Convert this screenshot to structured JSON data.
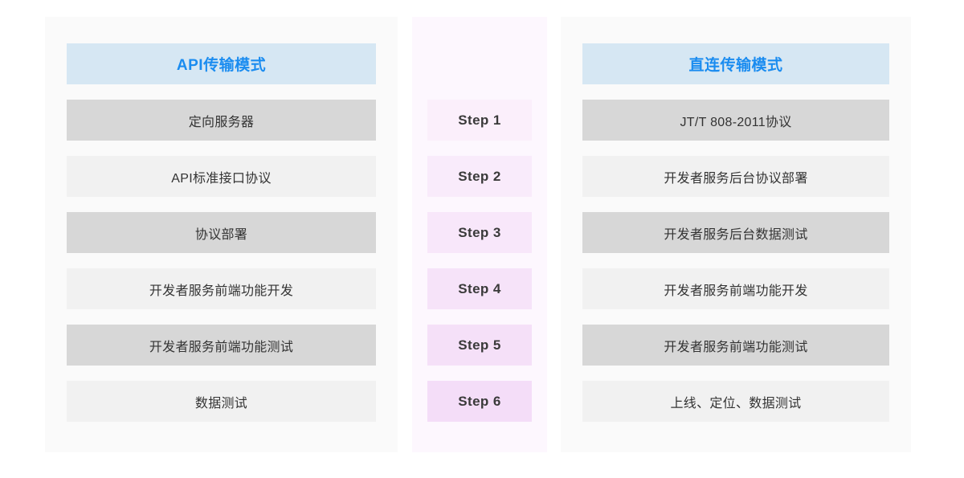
{
  "board": {
    "columns": [
      {
        "id": "api-mode",
        "header": "API传输模式",
        "rows": [
          "定向服务器",
          "API标准接口协议",
          "协议部署",
          "开发者服务前端功能开发",
          "开发者服务前端功能测试",
          "数据测试"
        ]
      },
      {
        "id": "steps",
        "header": "",
        "rows": [
          "Step 1",
          "Step 2",
          "Step 3",
          "Step 4",
          "Step 5",
          "Step 6"
        ]
      },
      {
        "id": "direct-mode",
        "header": "直连传输模式",
        "rows": [
          "JT/T 808-2011协议",
          "开发者服务后台协议部署",
          "开发者服务后台数据测试",
          "开发者服务前端功能开发",
          "开发者服务前端功能测试",
          "上线、定位、数据测试"
        ]
      }
    ]
  },
  "colors": {
    "header_bg": "#d6e7f3",
    "header_text": "#1a8cf0",
    "row_dark": "#d7d7d7",
    "row_light": "#f1f1f1",
    "panel_bg": "#fafafa",
    "step_panel_bg": "#fdf7fe",
    "step_start": "#fbeffb",
    "step_end": "#f4ddf8",
    "row_text": "#333333",
    "step_text": "#3a3a3a"
  }
}
